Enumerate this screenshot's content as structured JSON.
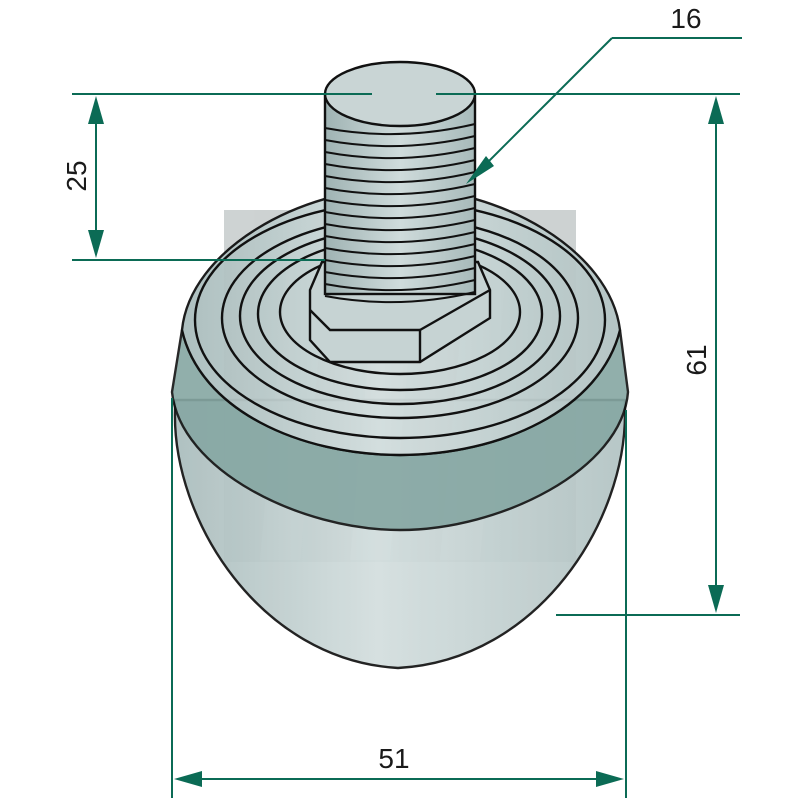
{
  "dimensions": {
    "thread_diameter": "16",
    "thread_length": "25",
    "total_height": "61",
    "outer_diameter": "51"
  },
  "colors": {
    "dimension_line": "#0b6b55",
    "part_light": "#cbd7d7",
    "part_mid": "#b5c5c6",
    "part_band": "#7fa19e",
    "watermark": "#9aa4a4"
  }
}
